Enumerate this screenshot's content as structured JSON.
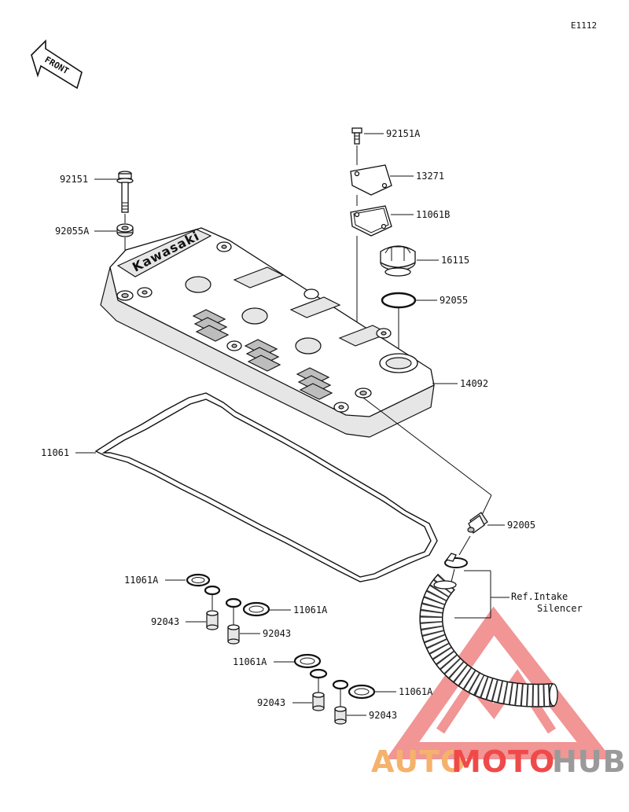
{
  "diagram_code": "E1112",
  "front_label": "FRONT",
  "labels": {
    "p92151A": "92151A",
    "p13271": "13271",
    "p11061B": "11061B",
    "p16115": "16115",
    "p92055": "92055",
    "p14092": "14092",
    "p92151": "92151",
    "p92055A": "92055A",
    "p11061": "11061",
    "p92005": "92005",
    "ref_line1": "Ref.Intake",
    "ref_line2": "Silencer",
    "p11061A_1": "11061A",
    "p92043_1": "92043",
    "p11061A_2": "11061A",
    "p92043_2": "92043",
    "p11061A_3": "11061A",
    "p92043_3": "92043",
    "p11061A_4": "11061A",
    "p92043_4": "92043"
  },
  "cover_logo": "Kawasaki",
  "watermark": {
    "part1": "AUTO",
    "part2": "MOTO",
    "part3": "HUB",
    "color_orange": "#f5b26b",
    "color_red": "#ef4a4a",
    "color_gray": "#9a9a9a"
  }
}
